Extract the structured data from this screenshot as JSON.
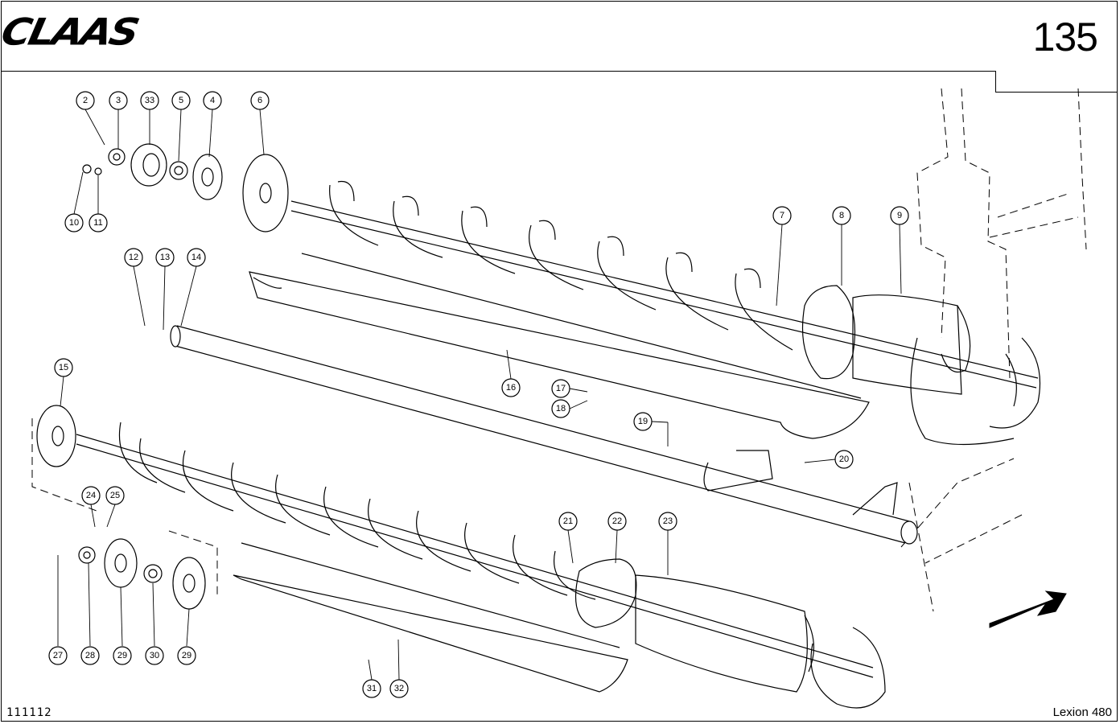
{
  "header": {
    "brand": "CLAAS",
    "page_number": "135"
  },
  "footer": {
    "drawing_code": "111112",
    "model": "Lexion 480"
  },
  "callouts": [
    {
      "label": "2"
    },
    {
      "label": "3"
    },
    {
      "label": "33"
    },
    {
      "label": "5"
    },
    {
      "label": "4"
    },
    {
      "label": "6"
    },
    {
      "label": "10"
    },
    {
      "label": "11"
    },
    {
      "label": "7"
    },
    {
      "label": "8"
    },
    {
      "label": "9"
    },
    {
      "label": "12"
    },
    {
      "label": "13"
    },
    {
      "label": "14"
    },
    {
      "label": "15"
    },
    {
      "label": "16"
    },
    {
      "label": "17"
    },
    {
      "label": "18"
    },
    {
      "label": "19"
    },
    {
      "label": "20"
    },
    {
      "label": "24"
    },
    {
      "label": "25"
    },
    {
      "label": "21"
    },
    {
      "label": "22"
    },
    {
      "label": "23"
    },
    {
      "label": "27"
    },
    {
      "label": "28"
    },
    {
      "label": "29"
    },
    {
      "label": "30"
    },
    {
      "label": "29"
    },
    {
      "label": "31"
    },
    {
      "label": "32"
    }
  ]
}
